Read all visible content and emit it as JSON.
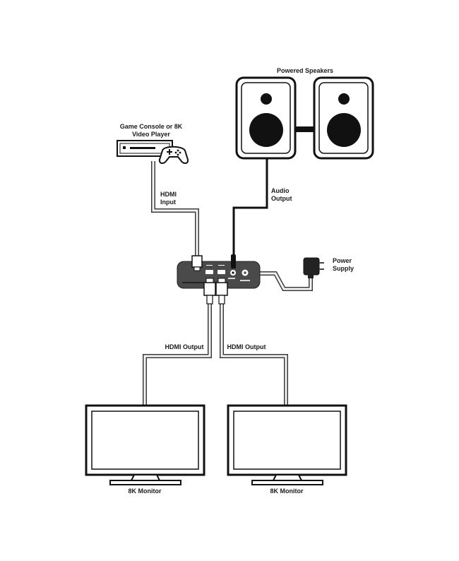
{
  "labels": {
    "powered_speakers": "Powered Speakers",
    "game_console_line1": "Game Console or 8K",
    "game_console_line2": "Video Player",
    "hdmi_input_line1": "HDMI",
    "hdmi_input_line2": "Input",
    "audio_output_line1": "Audio",
    "audio_output_line2": "Output",
    "power_supply_line1": "Power",
    "power_supply_line2": "Supply",
    "hdmi_output_left": "HDMI Output",
    "hdmi_output_right": "HDMI Output",
    "monitor_left": "8K Monitor",
    "monitor_right": "8K Monitor"
  },
  "colors": {
    "cable_outline": "#3a3a3a",
    "cable_fill": "#f4f4f4",
    "audio_cable": "#111111",
    "device_body": "#4a4a4a",
    "line": "#1a1a1a"
  }
}
